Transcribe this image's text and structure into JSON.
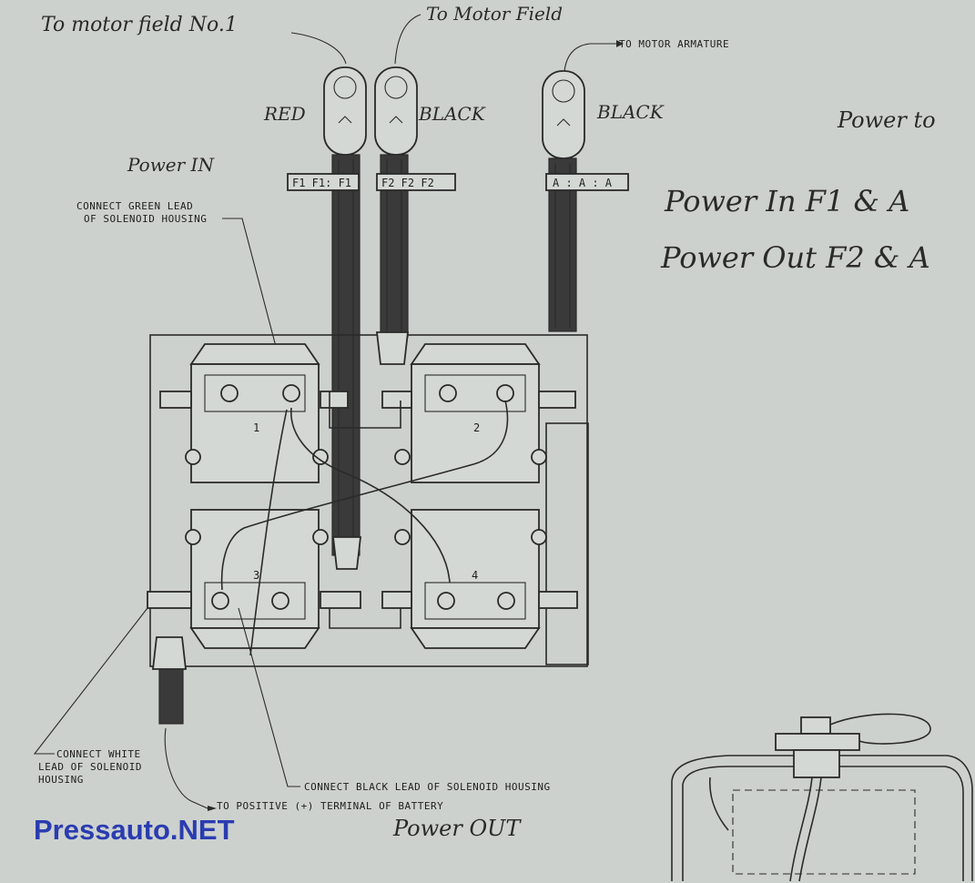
{
  "handwritten": {
    "motor_field_1": "To motor field No.1",
    "motor_field_2": "To Motor Field",
    "red": "RED",
    "black_1": "BLACK",
    "black_2": "BLACK",
    "power_in": "Power IN",
    "power_to": "Power to",
    "power_in_f1": "Power In  F1 & A",
    "power_out_f2": "Power Out  F2 & A",
    "power_out_bottom": "Power OUT"
  },
  "printed": {
    "to_motor_armature": "TO MOTOR ARMATURE",
    "green_lead": [
      "CONNECT GREEN LEAD",
      "OF SOLENOID HOUSING"
    ],
    "white_lead": [
      "CONNECT WHITE",
      "LEAD OF SOLENOID",
      "HOUSING"
    ],
    "black_lead": "CONNECT BLACK LEAD OF SOLENOID HOUSING",
    "battery": "TO POSITIVE (+) TERMINAL OF BATTERY"
  },
  "tags": {
    "f1": "F1  F1: F1",
    "f2": "F2  F2  F2",
    "a": "A : A : A"
  },
  "solenoids": [
    "1",
    "2",
    "3",
    "4"
  ],
  "watermark": "Pressauto.NET"
}
